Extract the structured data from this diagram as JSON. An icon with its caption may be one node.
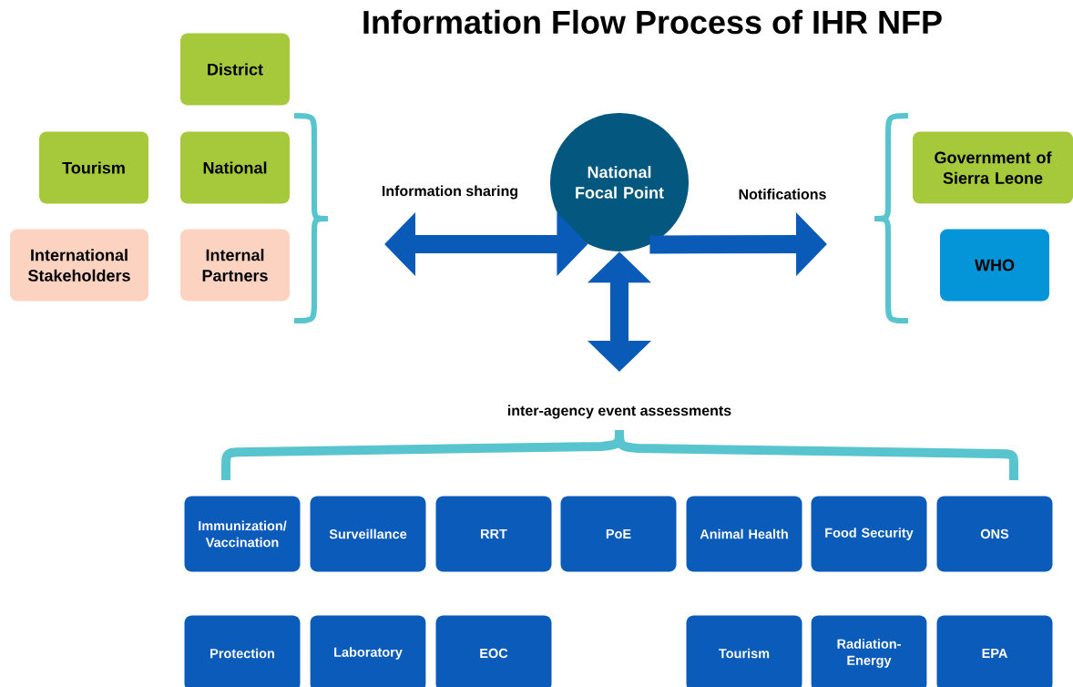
{
  "diagram": {
    "title": "Information Flow Process of IHR NFP",
    "nodes": [
      {
        "text": [
          "District"
        ]
      },
      {
        "text": [
          "Tourism"
        ]
      },
      {
        "text": [
          "National"
        ]
      },
      {
        "text": [
          "International Stakeholders"
        ]
      },
      {
        "text": [
          "Internal Partners"
        ]
      },
      {
        "text": [
          "National Focal Point"
        ]
      },
      {
        "text": [
          "Government of Sierra Leone"
        ]
      },
      {
        "text": [
          "WHO"
        ]
      },
      {
        "text": [
          "Immunization/ Vaccination"
        ]
      },
      {
        "text": [
          "Surveillance"
        ]
      },
      {
        "text": [
          "RRT"
        ]
      },
      {
        "text": [
          "PoE"
        ]
      },
      {
        "text": [
          "Animal Health"
        ]
      },
      {
        "text": [
          "Food Security"
        ]
      },
      {
        "text": [
          "ONS"
        ]
      },
      {
        "text": [
          "Protection"
        ]
      },
      {
        "text": [
          "Laboratory"
        ]
      },
      {
        "text": [
          "EOC"
        ]
      },
      {
        "text": [
          "Tourism"
        ]
      },
      {
        "text": [
          "Radiation-Energy"
        ]
      },
      {
        "text": [
          "EPA"
        ]
      }
    ],
    "edges": [
      {
        "from": null,
        "to": 5,
        "arrow": "both",
        "label": "Information sharing"
      },
      {
        "from": 5,
        "to": null,
        "arrow": "to",
        "label": "Notifications"
      },
      {
        "from": 5,
        "to": null,
        "arrow": "both",
        "label": "inter-agency event assessments"
      }
    ]
  }
}
